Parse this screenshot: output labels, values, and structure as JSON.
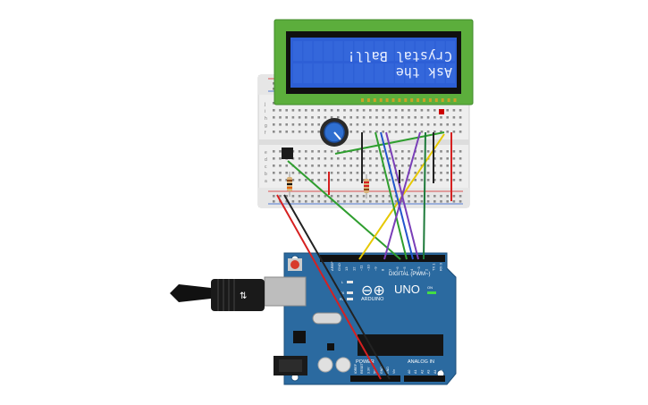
{
  "lcd": {
    "line1": "Ask the",
    "line2": "Crystal Ball!",
    "backlight_color": "#2d5fd6",
    "pcb_color": "#5cae3c"
  },
  "arduino": {
    "brand": "ARDUINO",
    "model": "UNO",
    "logo_symbol": "⊖⊕",
    "digital_header_label": "DIGITAL (PWM~)",
    "power_label": "POWER",
    "analog_label": "ANALOG IN",
    "digital_pins": [
      "AREF",
      "GND",
      "13",
      "12",
      "~11",
      "~10",
      "~9",
      "8",
      "7",
      "~6",
      "~5",
      "4",
      "~3",
      "2",
      "TX 1",
      "RX 0"
    ],
    "power_pins": [
      "IOREF",
      "RESET",
      "3.3V",
      "5V",
      "GND",
      "GND",
      "Vin"
    ],
    "analog_pins": [
      "A0",
      "A1",
      "A2",
      "A3",
      "A4",
      "A5"
    ],
    "led_labels": [
      "L",
      "TX",
      "RX",
      "ON"
    ],
    "board_color": "#2b6aa0"
  },
  "breadboard": {
    "row_letters_top": [
      "j",
      "i",
      "h",
      "g",
      "f"
    ],
    "row_letters_bottom": [
      "e",
      "d",
      "c",
      "b",
      "a"
    ]
  },
  "wires": {
    "colors": {
      "red": "#d62020",
      "black": "#222222",
      "green": "#2f9e2f",
      "yellow": "#e6c800",
      "blue": "#2255cc",
      "purple": "#7a3fb8",
      "dark_green": "#1d7a3a"
    }
  }
}
